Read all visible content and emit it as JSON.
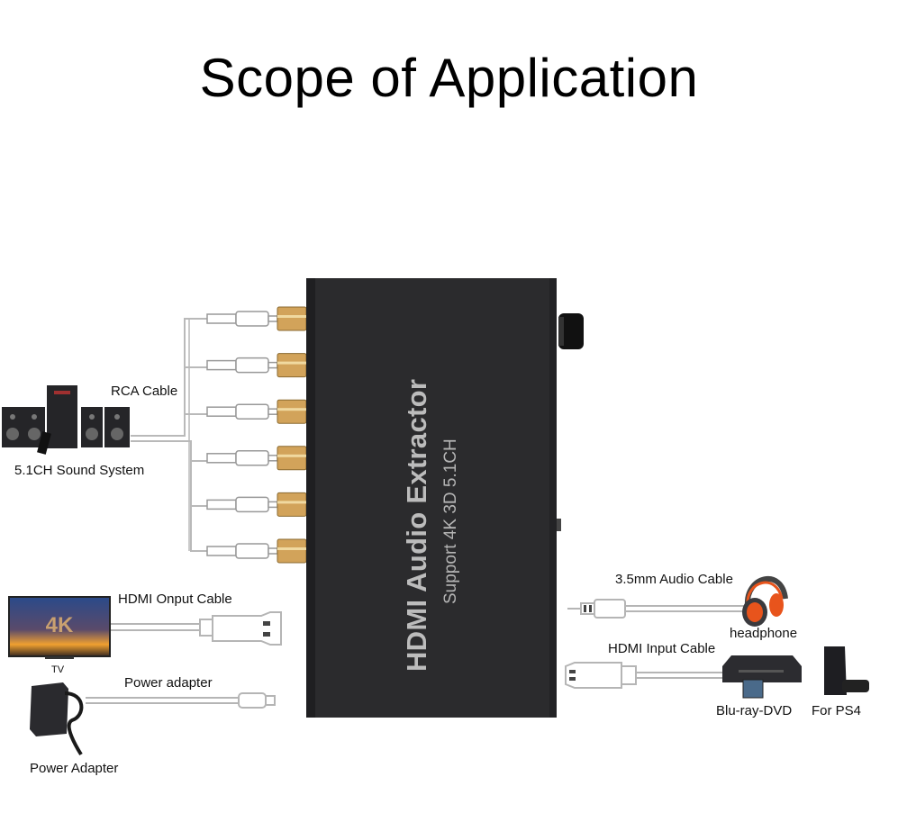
{
  "title": "Scope of Application",
  "device": {
    "name": "HDMI Audio Extractor",
    "subtitle": "Support 4K 3D 5.1CH",
    "rca_ports": 6,
    "body_color": "#2b2b2d",
    "port_color": "#d2a35a"
  },
  "left": {
    "sound_system": {
      "cable_label": "RCA Cable",
      "device_label": "5.1CH Sound System",
      "icon": "speaker-system-icon"
    },
    "tv": {
      "cable_label": "HDMI Onput Cable",
      "device_label": "TV",
      "screen_text": "4K",
      "icon": "tv-icon"
    },
    "power": {
      "cable_label": "Power adapter",
      "device_label": "Power Adapter",
      "icon": "power-adapter-icon"
    }
  },
  "right": {
    "headphone": {
      "cable_label": "3.5mm Audio Cable",
      "device_label": "headphone",
      "icon": "headphone-icon",
      "accent": "#e8541c"
    },
    "source": {
      "cable_label": "HDMI Input Cable",
      "device_labels": [
        "Blu-ray-DVD",
        "For PS4"
      ],
      "icons": [
        "bluray-player-icon",
        "ps4-console-icon"
      ]
    }
  }
}
